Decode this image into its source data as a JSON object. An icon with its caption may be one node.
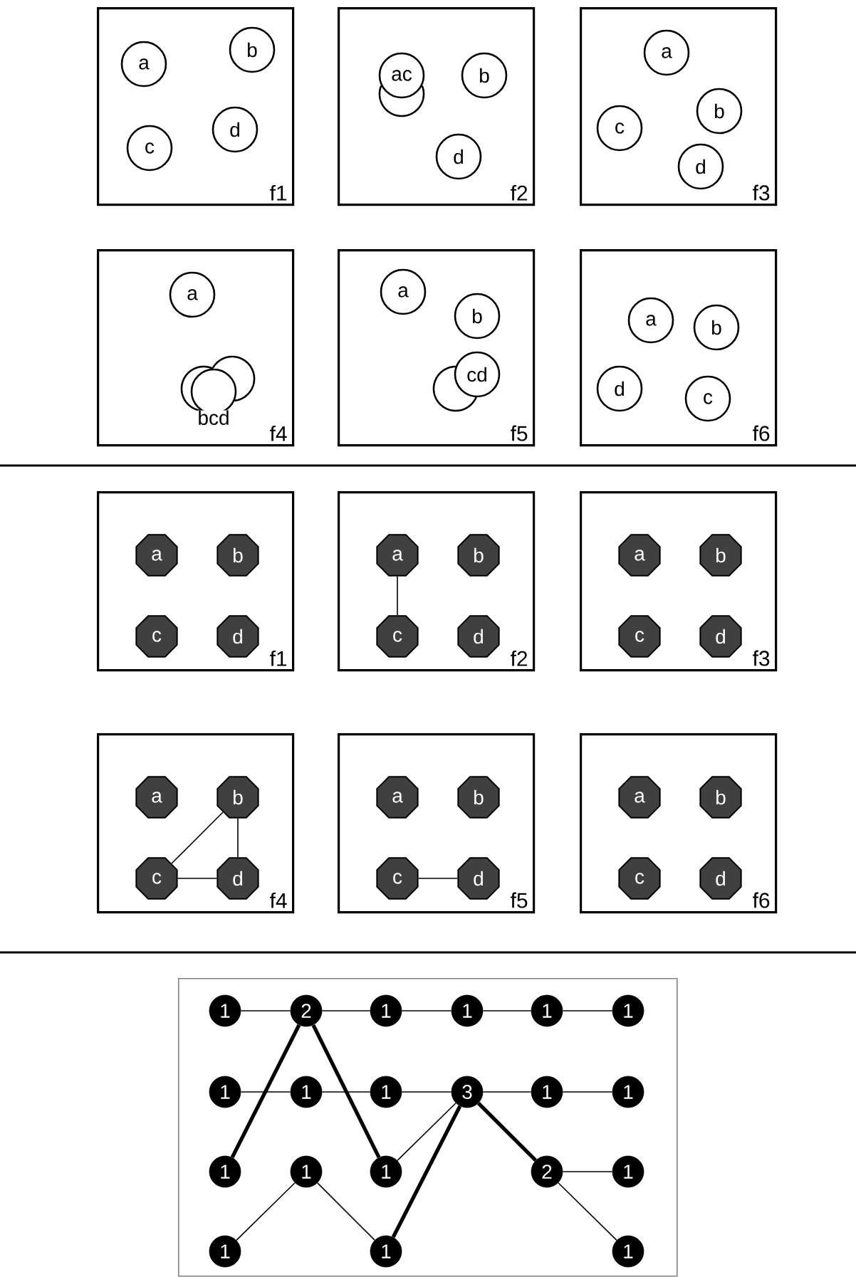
{
  "diagram": {
    "nodes": [
      {
        "text": [
          "f1"
        ]
      },
      {
        "text": [
          "a"
        ],
        "in": 0
      },
      {
        "text": [
          "b"
        ],
        "in": 0
      },
      {
        "text": [
          "c"
        ],
        "in": 0
      },
      {
        "text": [
          "d"
        ],
        "in": 0
      },
      {
        "text": [
          "f2"
        ]
      },
      {
        "text": [
          "ac"
        ],
        "in": 5
      },
      {
        "text": [],
        "shape": "circle",
        "in": 5
      },
      {
        "text": [
          "b"
        ],
        "in": 5
      },
      {
        "text": [
          "d"
        ],
        "in": 5
      },
      {
        "text": [
          "f3"
        ]
      },
      {
        "text": [
          "a"
        ],
        "in": 10
      },
      {
        "text": [
          "c"
        ],
        "in": 10
      },
      {
        "text": [
          "b"
        ],
        "in": 10
      },
      {
        "text": [
          "d"
        ],
        "in": 10
      },
      {
        "text": [
          "f4"
        ]
      },
      {
        "text": [
          "a"
        ],
        "in": 15
      },
      {
        "text": [],
        "shape": "circle",
        "in": 15
      },
      {
        "text": [],
        "shape": "circle",
        "in": 15
      },
      {
        "text": [],
        "shape": "circle",
        "in": 15,
        "beside": [
          "bcd"
        ]
      },
      {
        "text": [
          "f5"
        ]
      },
      {
        "text": [
          "a"
        ],
        "in": 20
      },
      {
        "text": [
          "b"
        ],
        "in": 20
      },
      {
        "text": [
          "cd"
        ],
        "in": 20
      },
      {
        "text": [],
        "shape": "circle",
        "in": 20
      },
      {
        "text": [
          "f6"
        ]
      },
      {
        "text": [
          "a"
        ],
        "in": 25
      },
      {
        "text": [
          "b"
        ],
        "in": 25
      },
      {
        "text": [
          "d"
        ],
        "in": 25
      },
      {
        "text": [
          "c"
        ],
        "in": 25
      },
      {
        "text": [
          "f1"
        ]
      },
      {
        "text": [
          "a"
        ],
        "in": 30
      },
      {
        "text": [
          "b"
        ],
        "in": 30
      },
      {
        "text": [
          "c"
        ],
        "in": 30
      },
      {
        "text": [
          "d"
        ],
        "in": 30
      },
      {
        "text": [
          "f2"
        ]
      },
      {
        "text": [
          "a"
        ],
        "in": 35
      },
      {
        "text": [
          "b"
        ],
        "in": 35
      },
      {
        "text": [
          "c"
        ],
        "in": 35
      },
      {
        "text": [
          "d"
        ],
        "in": 35
      },
      {
        "text": [
          "f3"
        ]
      },
      {
        "text": [
          "a"
        ],
        "in": 40
      },
      {
        "text": [
          "b"
        ],
        "in": 40
      },
      {
        "text": [
          "c"
        ],
        "in": 40
      },
      {
        "text": [
          "d"
        ],
        "in": 40
      },
      {
        "text": [
          "f4"
        ]
      },
      {
        "text": [
          "a"
        ],
        "in": 45
      },
      {
        "text": [
          "b"
        ],
        "in": 45
      },
      {
        "text": [
          "c"
        ],
        "in": 45
      },
      {
        "text": [
          "d"
        ],
        "in": 45
      },
      {
        "text": [
          "f5"
        ]
      },
      {
        "text": [
          "a"
        ],
        "in": 50
      },
      {
        "text": [
          "b"
        ],
        "in": 50
      },
      {
        "text": [
          "c"
        ],
        "in": 50
      },
      {
        "text": [
          "d"
        ],
        "in": 50
      },
      {
        "text": [
          "f6"
        ]
      },
      {
        "text": [
          "a"
        ],
        "in": 55
      },
      {
        "text": [
          "b"
        ],
        "in": 55
      },
      {
        "text": [
          "c"
        ],
        "in": 55
      },
      {
        "text": [
          "d"
        ],
        "in": 55
      },
      {
        "text": [],
        "shape": "box"
      },
      {
        "text": [
          "1"
        ],
        "in": 60
      },
      {
        "text": [
          "2"
        ],
        "in": 60
      },
      {
        "text": [
          "1"
        ],
        "in": 60
      },
      {
        "text": [
          "1"
        ],
        "in": 60
      },
      {
        "text": [
          "1"
        ],
        "in": 60
      },
      {
        "text": [
          "1"
        ],
        "in": 60
      },
      {
        "text": [
          "1"
        ],
        "in": 60
      },
      {
        "text": [
          "1"
        ],
        "in": 60
      },
      {
        "text": [
          "1"
        ],
        "in": 60
      },
      {
        "text": [
          "3"
        ],
        "in": 60
      },
      {
        "text": [
          "1"
        ],
        "in": 60
      },
      {
        "text": [
          "1"
        ],
        "in": 60
      },
      {
        "text": [
          "1"
        ],
        "in": 60
      },
      {
        "text": [
          "1"
        ],
        "in": 60
      },
      {
        "text": [
          "1"
        ],
        "in": 60
      },
      {
        "text": [
          "2"
        ],
        "in": 60
      },
      {
        "text": [
          "1"
        ],
        "in": 60
      },
      {
        "text": [
          "1"
        ],
        "in": 60
      },
      {
        "text": [
          "1"
        ],
        "in": 60
      },
      {
        "text": [
          "1"
        ],
        "in": 60
      }
    ],
    "edges": [
      {
        "from": 36,
        "to": 38,
        "arrow": "none"
      },
      {
        "from": 47,
        "to": 48,
        "arrow": "none"
      },
      {
        "from": 47,
        "to": 49,
        "arrow": "none"
      },
      {
        "from": 48,
        "to": 49,
        "arrow": "none"
      },
      {
        "from": 53,
        "to": 54,
        "arrow": "none"
      },
      {
        "from": 61,
        "to": 62,
        "arrow": "none"
      },
      {
        "from": 62,
        "to": 63,
        "arrow": "none"
      },
      {
        "from": 63,
        "to": 64,
        "arrow": "none"
      },
      {
        "from": 64,
        "to": 65,
        "arrow": "none"
      },
      {
        "from": 65,
        "to": 66,
        "arrow": "none"
      },
      {
        "from": 67,
        "to": 68,
        "arrow": "none"
      },
      {
        "from": 68,
        "to": 69,
        "arrow": "none"
      },
      {
        "from": 69,
        "to": 70,
        "arrow": "none"
      },
      {
        "from": 70,
        "to": 71,
        "arrow": "none"
      },
      {
        "from": 71,
        "to": 72,
        "arrow": "none"
      },
      {
        "from": 73,
        "to": 62,
        "arrow": "none",
        "style": "thick"
      },
      {
        "from": 62,
        "to": 75,
        "arrow": "none",
        "style": "thick"
      },
      {
        "from": 75,
        "to": 70,
        "arrow": "none"
      },
      {
        "from": 79,
        "to": 70,
        "arrow": "none",
        "style": "thick"
      },
      {
        "from": 70,
        "to": 76,
        "arrow": "none",
        "style": "thick"
      },
      {
        "from": 76,
        "to": 77,
        "arrow": "none"
      },
      {
        "from": 76,
        "to": 80,
        "arrow": "none"
      },
      {
        "from": 78,
        "to": 74,
        "arrow": "none"
      },
      {
        "from": 74,
        "to": 79,
        "arrow": "none"
      }
    ]
  }
}
